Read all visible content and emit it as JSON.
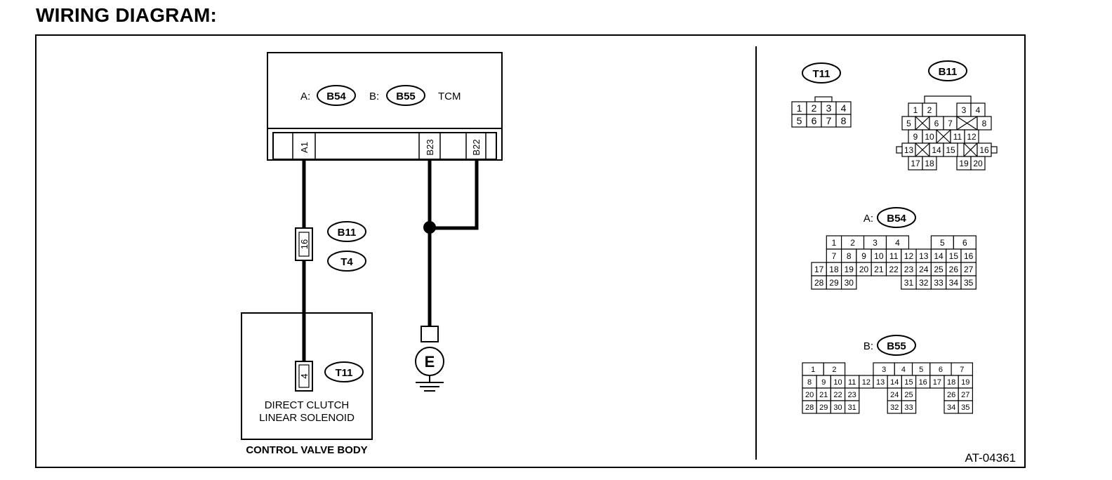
{
  "page_title": "WIRING DIAGRAM:",
  "tcm": {
    "prefix_a": "A:",
    "connector_a": "B54",
    "prefix_b": "B:",
    "connector_b": "B55",
    "name": "TCM",
    "pin_a1": "A1",
    "pin_b23": "B23",
    "pin_b22": "B22"
  },
  "harness_connector": {
    "pin": "16",
    "connector_1": "B11",
    "connector_2": "T4"
  },
  "solenoid": {
    "pin": "4",
    "connector": "T11",
    "name_line1": "DIRECT CLUTCH",
    "name_line2": "LINEAR SOLENOID",
    "body_label": "CONTROL VALVE BODY"
  },
  "ground": {
    "symbol": "E"
  },
  "connector_views": {
    "t11": {
      "label": "T11",
      "rows": [
        [
          "1",
          "2",
          "3",
          "4"
        ],
        [
          "5",
          "6",
          "7",
          "8"
        ]
      ]
    },
    "b11": {
      "label": "B11",
      "rows": [
        [
          "1",
          "2",
          "3",
          "4"
        ],
        [
          "5",
          "6",
          "7",
          "8"
        ],
        [
          "9",
          "10",
          "11",
          "12"
        ],
        [
          "13",
          "14",
          "15",
          "16"
        ],
        [
          "17",
          "18",
          "19",
          "20"
        ]
      ]
    },
    "b54": {
      "prefix": "A:",
      "label": "B54",
      "rows": [
        [
          "1",
          "2",
          "3",
          "4",
          "5",
          "6"
        ],
        [
          "7",
          "8",
          "9",
          "10",
          "11",
          "12",
          "13",
          "14",
          "15",
          "16"
        ],
        [
          "17",
          "18",
          "19",
          "20",
          "21",
          "22",
          "23",
          "24",
          "25",
          "26",
          "27"
        ],
        [
          "28",
          "29",
          "30",
          "31",
          "32",
          "33",
          "34",
          "35"
        ]
      ]
    },
    "b55": {
      "prefix": "B:",
      "label": "B55",
      "rows": [
        [
          "1",
          "2",
          "3",
          "4",
          "5",
          "6",
          "7"
        ],
        [
          "8",
          "9",
          "10",
          "11",
          "12",
          "13",
          "14",
          "15",
          "16",
          "17",
          "18",
          "19"
        ],
        [
          "20",
          "21",
          "22",
          "23",
          "24",
          "25",
          "26",
          "27"
        ],
        [
          "28",
          "29",
          "30",
          "31",
          "32",
          "33",
          "34",
          "35"
        ]
      ]
    }
  },
  "figure_id": "AT-04361"
}
